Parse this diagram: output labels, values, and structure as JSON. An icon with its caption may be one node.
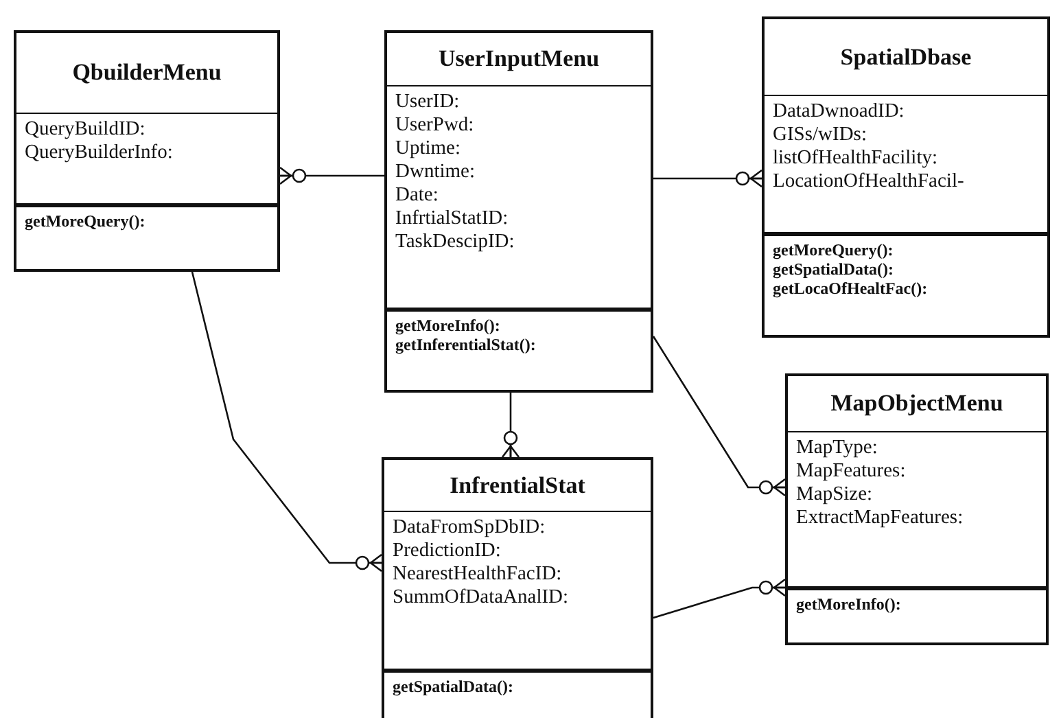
{
  "diagram": {
    "nodes": [
      {
        "text": [
          "QbuilderMenu"
        ]
      },
      {
        "text": [
          "QueryBuildID:",
          "QueryBuilderInfo:"
        ],
        "in": 0
      },
      {
        "text": [
          "getMoreQuery():"
        ],
        "in": 0
      },
      {
        "text": [
          "UserInputMenu"
        ]
      },
      {
        "text": [
          "UserID:",
          "UserPwd:",
          "Uptime:",
          "Dwntime:",
          "Date:",
          "InfrtialStatID:",
          "TaskDescipID:"
        ],
        "in": 3
      },
      {
        "text": [
          "getMoreInfo():",
          "getInferentialStat():"
        ],
        "in": 3
      },
      {
        "text": [
          "SpatialDbase"
        ]
      },
      {
        "text": [
          "DataDwnoadID:",
          "GISs/wIDs:",
          "listOfHealthFacility:",
          "LocationOfHealthFacil-"
        ],
        "in": 6
      },
      {
        "text": [
          "getMoreQuery():",
          "getSpatialData():",
          "getLocaOfHealtFac():"
        ],
        "in": 6
      },
      {
        "text": [
          "MapObjectMenu"
        ]
      },
      {
        "text": [
          "MapType:",
          "MapFeatures:",
          "MapSize:",
          "ExtractMapFeatures:"
        ],
        "in": 9
      },
      {
        "text": [
          "getMoreInfo():"
        ],
        "in": 9
      },
      {
        "text": [
          "InfrentialStat"
        ]
      },
      {
        "text": [
          "DataFromSpDbID:",
          "PredictionID:",
          "NearestHealthFacID:",
          "SummOfDataAnalID:"
        ],
        "in": 12
      },
      {
        "text": [
          "getSpatialData():"
        ],
        "in": 12
      }
    ],
    "edges": [
      {
        "from": 3,
        "to": 0,
        "arrow": "other"
      },
      {
        "from": 3,
        "to": 6,
        "arrow": "other"
      },
      {
        "from": 3,
        "to": 12,
        "arrow": "other"
      },
      {
        "from": 0,
        "to": 12,
        "arrow": "other"
      },
      {
        "from": 3,
        "to": 9,
        "arrow": "other"
      },
      {
        "from": 12,
        "to": 9,
        "arrow": "other"
      }
    ]
  }
}
